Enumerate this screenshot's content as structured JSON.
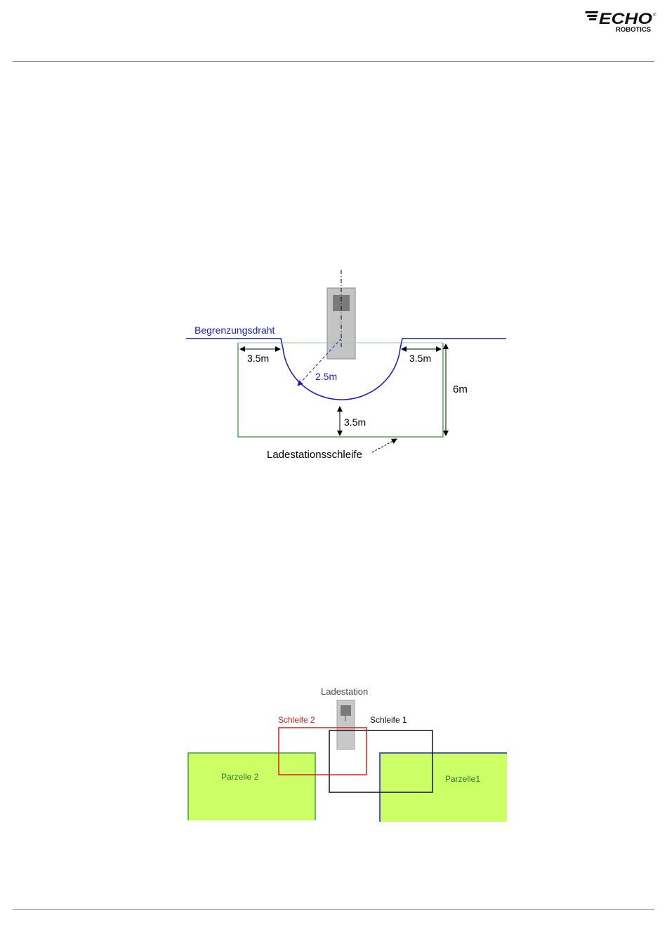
{
  "header": {
    "logo_text": "ECHO",
    "logo_subtext": "ROBOTICS",
    "logo_mark": "®"
  },
  "figure1": {
    "boundary_wire_label": "Begrenzungsdraht",
    "left_gap": "3.5m",
    "right_gap": "3.5m",
    "radius": "2.5m",
    "bottom_gap": "3.5m",
    "height": "6m",
    "station_loop_label": "Ladestationsschleife",
    "colors": {
      "wire": "#1a1acc",
      "loop": "#3a8a3a",
      "station": "#c4c4c4",
      "station_core": "#7a7a7a"
    }
  },
  "figure2": {
    "station_label": "Ladestation",
    "loop2_label": "Schleife 2",
    "loop1_label": "Schleife 1",
    "plot2_label": "Parzelle 2",
    "plot1_label": "Parzelle1",
    "colors": {
      "plot_fill": "#ccff66",
      "plot2_border": "#3aa63a",
      "plot1_border": "#2222cc",
      "loop2": "#e01a1a",
      "loop1": "#111111"
    }
  }
}
